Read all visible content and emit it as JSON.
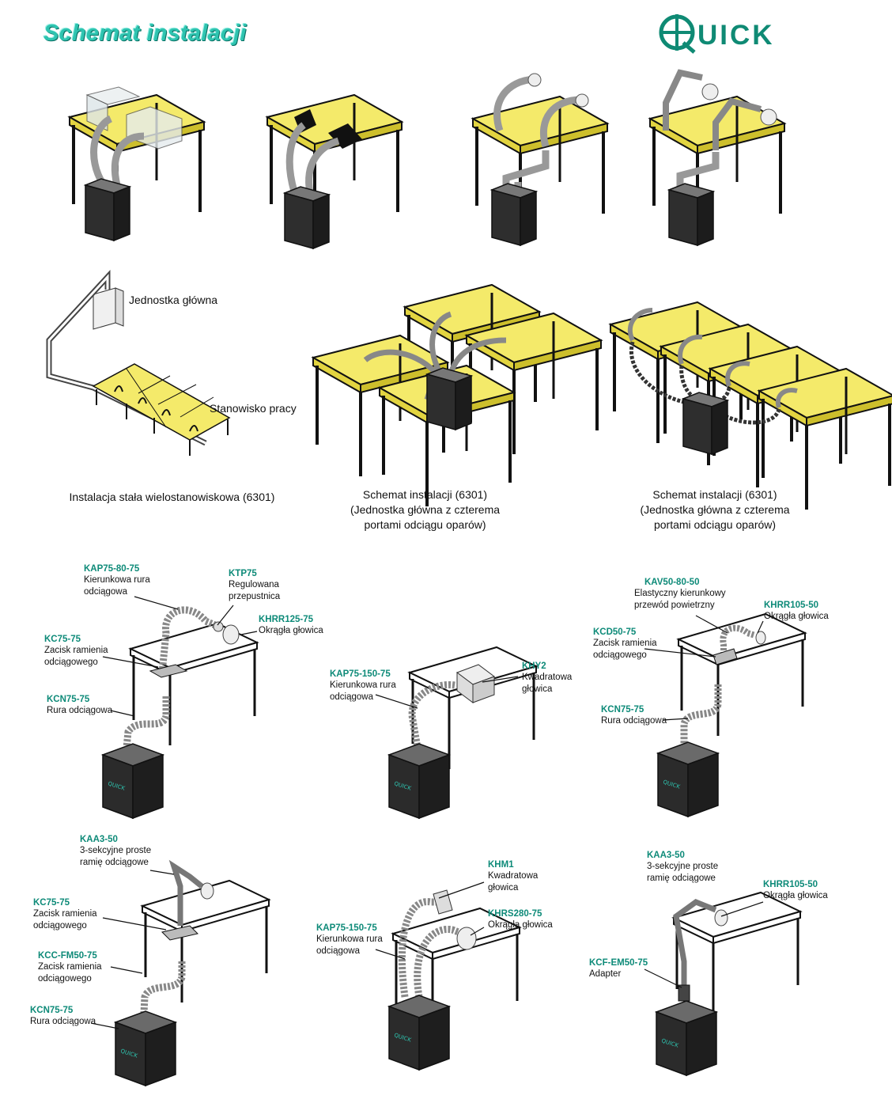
{
  "page_title": "Schemat instalacji",
  "logo": {
    "text": "UICK",
    "color": "#0f8a74"
  },
  "colors": {
    "table_top": "#f4ea6a",
    "extractor_box": "#333333",
    "pipe": "#9a9a9a",
    "code_text": "#0d8a78",
    "title": "#2ec4b0"
  },
  "row2": {
    "main_unit_label": "Jednostka główna",
    "workstation_label": "Stanowisko pracy",
    "captions": [
      "Instalacja stała wielostanowiskowa (6301)",
      "Schemat instalacji (6301)\n(Jednostka główna z czterema\nportami odciągu oparów)",
      "Schemat instalacji (6301)\n(Jednostka główna z czterema\nportami odciągu oparów)"
    ]
  },
  "parts": [
    {
      "code": "KAP75-80-75",
      "desc": "Kierunkowa rura\nodciągowa"
    },
    {
      "code": "KTP75",
      "desc": "Regulowana\nprzepustnica"
    },
    {
      "code": "KHRR125-75",
      "desc": "Okrągła głowica"
    },
    {
      "code": "KC75-75",
      "desc": "Zacisk ramienia\nodciągowego"
    },
    {
      "code": "KCN75-75",
      "desc": "Rura odciągowa"
    },
    {
      "code": "KAP75-150-75",
      "desc": "Kierunkowa rura\nodciągowa"
    },
    {
      "code": "KHY2",
      "desc": "Kwadratowa\ngłowica"
    },
    {
      "code": "KAV50-80-50",
      "desc": "Elastyczny kierunkowy\nprzewód powietrzny"
    },
    {
      "code": "KHRR105-50",
      "desc": "Okrągła głowica"
    },
    {
      "code": "KCD50-75",
      "desc": "Zacisk ramienia\nodciągowego"
    },
    {
      "code": "KCN75-75",
      "desc": "Rura odciągowa"
    },
    {
      "code": "KAA3-50",
      "desc": "3-sekcyjne proste\nramię odciągowe"
    },
    {
      "code": "KC75-75",
      "desc": "Zacisk ramienia\nodciągowego"
    },
    {
      "code": "KCC-FM50-75",
      "desc": "Zacisk ramienia\nodciągowego"
    },
    {
      "code": "KCN75-75",
      "desc": "Rura odciągowa"
    },
    {
      "code": "KHM1",
      "desc": "Kwadratowa\ngłowica"
    },
    {
      "code": "KHRS280-75",
      "desc": "Okrągła głowica"
    },
    {
      "code": "KAP75-150-75",
      "desc": "Kierunkowa rura\nodciągowa"
    },
    {
      "code": "KAA3-50",
      "desc": "3-sekcyjne proste\nramię odciągowe"
    },
    {
      "code": "KHRR105-50",
      "desc": "Okrągła głowica"
    },
    {
      "code": "KCF-EM50-75",
      "desc": "Adapter"
    }
  ]
}
